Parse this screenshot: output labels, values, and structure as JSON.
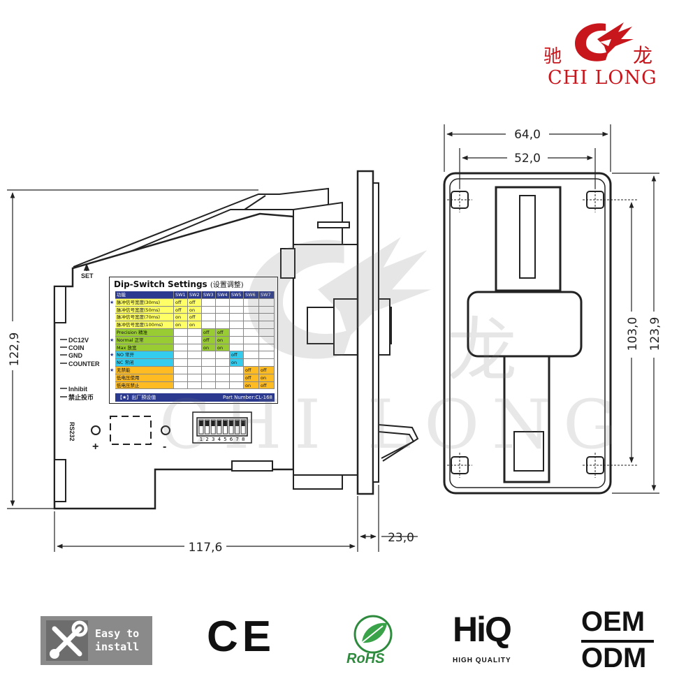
{
  "brand": {
    "chinese_left": "驰",
    "chinese_right": "龙",
    "name": "CHI LONG",
    "primary_color": "#c8161d"
  },
  "watermark": {
    "chinese": "龙",
    "name": "CHI LONG"
  },
  "dimensions": {
    "total_height": "122,9",
    "depth": "117,6",
    "face_thickness": "23,0",
    "face_width": "64,0",
    "hole_spacing_width": "52,0",
    "hole_spacing_height": "103,0",
    "face_height": "123,9"
  },
  "side_labels": {
    "set": "SET",
    "pins": [
      "DC12V",
      "COIN",
      "GND",
      "COUNTER"
    ],
    "inhibit_lines": [
      "Inhibit",
      "禁止投币"
    ],
    "rs232": "RS232",
    "plus": "+",
    "minus": "-"
  },
  "dip_switch": {
    "title": "Dip-Switch Settings",
    "title_cn": "(设置调整)",
    "header": [
      "功能",
      "SW1",
      "SW2",
      "SW3",
      "SW4",
      "SW5",
      "SW6",
      "SW7"
    ],
    "rows": [
      {
        "star": "★",
        "label": "脉冲信号宽度(30ms)",
        "cells": [
          "off",
          "off",
          "",
          "",
          "",
          "",
          ""
        ],
        "color": "#ffff66"
      },
      {
        "star": "",
        "label": "脉冲信号宽度(50ms)",
        "cells": [
          "off",
          "on",
          "",
          "",
          "",
          "",
          ""
        ],
        "color": "#ffff66"
      },
      {
        "star": "",
        "label": "脉冲信号宽度(70ms)",
        "cells": [
          "on",
          "off",
          "",
          "",
          "",
          "",
          ""
        ],
        "color": "#ffff66"
      },
      {
        "star": "",
        "label": "脉冲信号宽度(100ms)",
        "cells": [
          "on",
          "on",
          "",
          "",
          "",
          "",
          ""
        ],
        "color": "#ffff66"
      },
      {
        "star": "",
        "label": "Precision   精准",
        "cells": [
          "",
          "",
          "off",
          "off",
          "",
          "",
          ""
        ],
        "color": "#99cc33"
      },
      {
        "star": "★",
        "label": "Normal   正常",
        "cells": [
          "",
          "",
          "off",
          "on",
          "",
          "",
          ""
        ],
        "color": "#99cc33"
      },
      {
        "star": "",
        "label": "Max   放宽",
        "cells": [
          "",
          "",
          "on",
          "on",
          "",
          "",
          ""
        ],
        "color": "#99cc33"
      },
      {
        "star": "★",
        "label": "NO   常开",
        "cells": [
          "",
          "",
          "",
          "",
          "off",
          "",
          ""
        ],
        "color": "#33ccee"
      },
      {
        "star": "",
        "label": "NC   常闭",
        "cells": [
          "",
          "",
          "",
          "",
          "on",
          "",
          ""
        ],
        "color": "#33ccee"
      },
      {
        "star": "★",
        "label": "无禁能",
        "cells": [
          "",
          "",
          "",
          "",
          "",
          "off",
          "off"
        ],
        "color": "#ffbb22"
      },
      {
        "star": "",
        "label": "低电压使用",
        "cells": [
          "",
          "",
          "",
          "",
          "",
          "off",
          "on"
        ],
        "color": "#ffbb22"
      },
      {
        "star": "",
        "label": "低电压禁止",
        "cells": [
          "",
          "",
          "",
          "",
          "",
          "on",
          "off"
        ],
        "color": "#ffbb22"
      }
    ],
    "footer_left": "【★】出厂预设值",
    "footer_right": "Part  Number:CL-168",
    "switch_numbers": [
      "1",
      "2",
      "3",
      "4",
      "5",
      "6",
      "7",
      "8"
    ]
  },
  "badges": {
    "easy_install_lines": [
      "Easy to",
      "install"
    ],
    "ce": "CE",
    "rohs": "RoHS",
    "hq_top": "HiQ",
    "hq_bottom": "HIGH QUALITY",
    "oem": "OEM",
    "odm": "ODM"
  }
}
